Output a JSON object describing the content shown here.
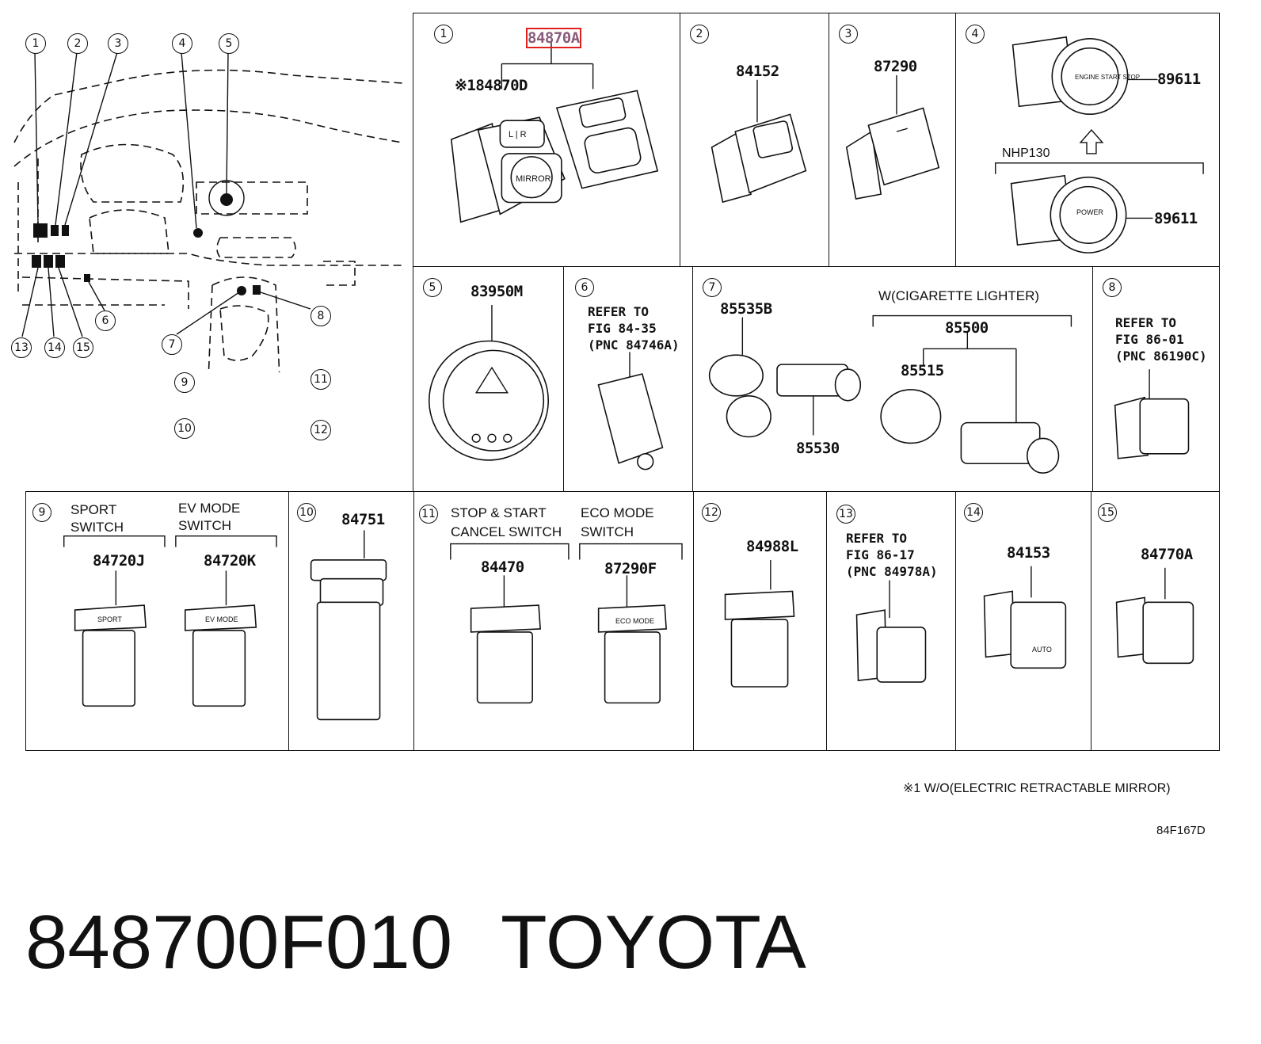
{
  "overview": {
    "callouts": [
      "1",
      "2",
      "3",
      "4",
      "5",
      "6",
      "7",
      "8",
      "9",
      "10",
      "11",
      "12",
      "13",
      "14",
      "15"
    ]
  },
  "panels": {
    "p1": {
      "index": "1",
      "pn_main": "84870A",
      "pn_sub": "※184870D",
      "sub_label": "MIRROR",
      "sub_lr": "L | R"
    },
    "p2": {
      "index": "2",
      "pn": "84152"
    },
    "p3": {
      "index": "3",
      "pn": "87290"
    },
    "p4": {
      "index": "4",
      "pn_top": "89611",
      "pn_bottom": "89611",
      "variant": "NHP130",
      "btn_top": "ENGINE START STOP",
      "btn_bottom": "POWER"
    },
    "p5": {
      "index": "5",
      "pn": "83950M"
    },
    "p6": {
      "index": "6",
      "ref1": "REFER TO",
      "ref2": "FIG 84-35",
      "ref3": "(PNC 84746A)"
    },
    "p7": {
      "index": "7",
      "pn_a": "85535B",
      "pn_b": "85530",
      "group": "W(CIGARETTE LIGHTER)",
      "pn_c": "85500",
      "pn_d": "85515"
    },
    "p8": {
      "index": "8",
      "ref1": "REFER TO",
      "ref2": "FIG 86-01",
      "ref3": "(PNC 86190C)"
    },
    "p9": {
      "index": "9",
      "lbl_a1": "SPORT",
      "lbl_a2": "SWITCH",
      "lbl_b1": "EV MODE",
      "lbl_b2": "SWITCH",
      "pn_a": "84720J",
      "pn_b": "84720K",
      "face_a": "SPORT",
      "face_b": "EV MODE"
    },
    "p10": {
      "index": "10",
      "pn": "84751"
    },
    "p11": {
      "index": "11",
      "lbl_a1": "STOP & START",
      "lbl_a2": "CANCEL SWITCH",
      "lbl_b1": "ECO MODE",
      "lbl_b2": "SWITCH",
      "pn_a": "84470",
      "pn_b": "87290F",
      "face_b": "ECO MODE"
    },
    "p12": {
      "index": "12",
      "pn": "84988L"
    },
    "p13": {
      "index": "13",
      "ref1": "REFER TO",
      "ref2": "FIG 86-17",
      "ref3": "(PNC 84978A)"
    },
    "p14": {
      "index": "14",
      "pn": "84153",
      "face": "AUTO"
    },
    "p15": {
      "index": "15",
      "pn": "84770A"
    }
  },
  "footnote": "※1 W/O(ELECTRIC RETRACTABLE MIRROR)",
  "drawing_code": "84F167D",
  "title": {
    "part_number": "848700F010",
    "brand": "TOYOTA"
  }
}
